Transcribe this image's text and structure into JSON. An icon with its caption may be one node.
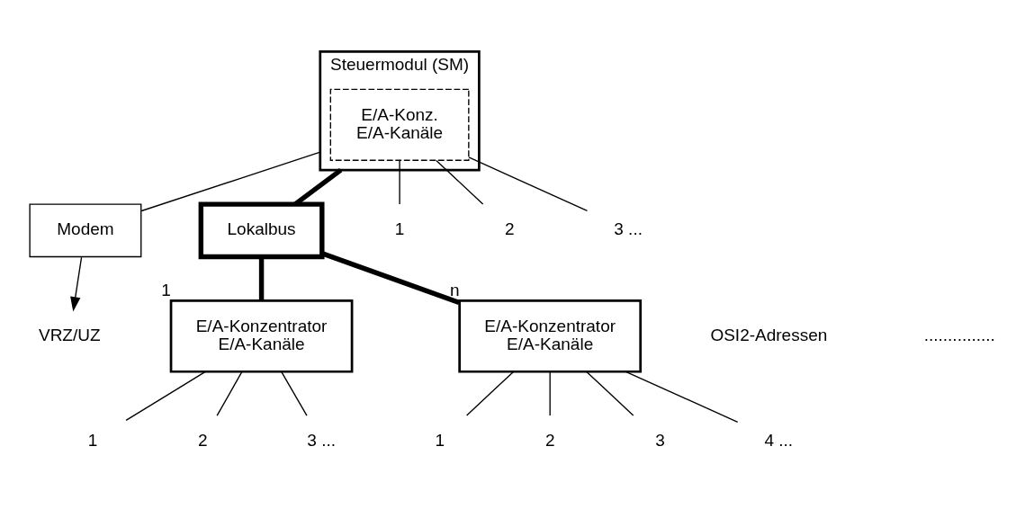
{
  "diagram": {
    "nodes": [
      {
        "text": [
          "Steuermodul (SM)"
        ]
      },
      {
        "text": [
          "E/A-Konz.",
          "E/A-Kanäle"
        ],
        "in": 0
      },
      {
        "text": [
          "Modem"
        ]
      },
      {
        "text": [
          "VRZ/UZ"
        ]
      },
      {
        "text": [
          "Lokalbus"
        ]
      },
      {
        "text": [
          "E/A-Konzentrator",
          "E/A-Kanäle"
        ],
        "beside": [
          "1"
        ]
      },
      {
        "text": [
          "E/A-Konzentrator",
          "E/A-Kanäle"
        ],
        "beside": [
          "n"
        ]
      },
      {
        "text": [
          "1"
        ]
      },
      {
        "text": [
          "2"
        ]
      },
      {
        "text": [
          "3 ..."
        ]
      },
      {
        "text": [
          "1"
        ]
      },
      {
        "text": [
          "2"
        ]
      },
      {
        "text": [
          "3 ..."
        ]
      },
      {
        "text": [
          "1"
        ]
      },
      {
        "text": [
          "2"
        ]
      },
      {
        "text": [
          "3"
        ]
      },
      {
        "text": [
          "4 ..."
        ]
      }
    ],
    "edges": [
      {
        "from": 2,
        "to": 3,
        "arrow": "to"
      },
      {
        "from": 0,
        "to": 2,
        "arrow": "none"
      },
      {
        "from": 0,
        "to": 4,
        "arrow": "none",
        "style": "thick"
      },
      {
        "from": 4,
        "to": 5,
        "arrow": "none",
        "style": "thick"
      },
      {
        "from": 4,
        "to": 6,
        "arrow": "none",
        "style": "thick"
      },
      {
        "from": 1,
        "to": 7,
        "arrow": "none"
      },
      {
        "from": 1,
        "to": 8,
        "arrow": "none"
      },
      {
        "from": 1,
        "to": 9,
        "arrow": "none"
      },
      {
        "from": 5,
        "to": 10,
        "arrow": "none"
      },
      {
        "from": 5,
        "to": 11,
        "arrow": "none"
      },
      {
        "from": 5,
        "to": 12,
        "arrow": "none"
      },
      {
        "from": 6,
        "to": 13,
        "arrow": "none"
      },
      {
        "from": 6,
        "to": 14,
        "arrow": "none"
      },
      {
        "from": 6,
        "to": 15,
        "arrow": "none"
      },
      {
        "from": 6,
        "to": 16,
        "arrow": "none"
      }
    ],
    "labels": [
      "OSI2-Adressen",
      "..............."
    ]
  }
}
